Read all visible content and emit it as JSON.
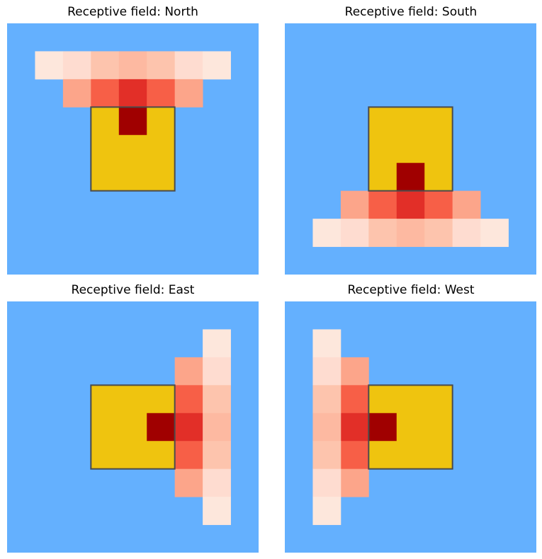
{
  "colors": {
    "background": "#64b0fe",
    "block": "#efc40f",
    "block_border": "#4b4b4b",
    "center": "#a00000",
    "row_near": [
      "#fca58a",
      "#f75f47",
      "#e22f28",
      "#f75f47",
      "#fca58a"
    ],
    "row_far": [
      "#fde7dc",
      "#fedcd0",
      "#fdc4ad",
      "#fdb9a1",
      "#fdc4ad",
      "#fedcd0",
      "#fde7dc"
    ]
  },
  "chart_data": [
    {
      "type": "heatmap",
      "title": "Receptive field: North",
      "grid_size": 9,
      "block": {
        "col_start": 3,
        "row_start": 3,
        "cols": 3,
        "rows": 3
      },
      "center_cell": [
        4,
        3
      ],
      "field": [
        {
          "row": 1,
          "col_start": 1,
          "tones": "row_far"
        },
        {
          "row": 2,
          "col_start": 2,
          "tones": "row_near"
        }
      ]
    },
    {
      "type": "heatmap",
      "title": "Receptive field: South",
      "grid_size": 9,
      "block": {
        "col_start": 3,
        "row_start": 3,
        "cols": 3,
        "rows": 3
      },
      "center_cell": [
        4,
        5
      ],
      "field": [
        {
          "row": 6,
          "col_start": 2,
          "tones": "row_near"
        },
        {
          "row": 7,
          "col_start": 1,
          "tones": "row_far"
        }
      ]
    },
    {
      "type": "heatmap",
      "title": "Receptive field: East",
      "grid_size": 9,
      "block": {
        "col_start": 3,
        "row_start": 3,
        "cols": 3,
        "rows": 3
      },
      "center_cell": [
        5,
        4
      ],
      "field": [
        {
          "col": 6,
          "row_start": 2,
          "tones": "row_near"
        },
        {
          "col": 7,
          "row_start": 1,
          "tones": "row_far"
        }
      ]
    },
    {
      "type": "heatmap",
      "title": "Receptive field: West",
      "grid_size": 9,
      "block": {
        "col_start": 3,
        "row_start": 3,
        "cols": 3,
        "rows": 3
      },
      "center_cell": [
        3,
        4
      ],
      "field": [
        {
          "col": 2,
          "row_start": 2,
          "tones": "row_near"
        },
        {
          "col": 1,
          "row_start": 1,
          "tones": "row_far"
        }
      ]
    }
  ]
}
